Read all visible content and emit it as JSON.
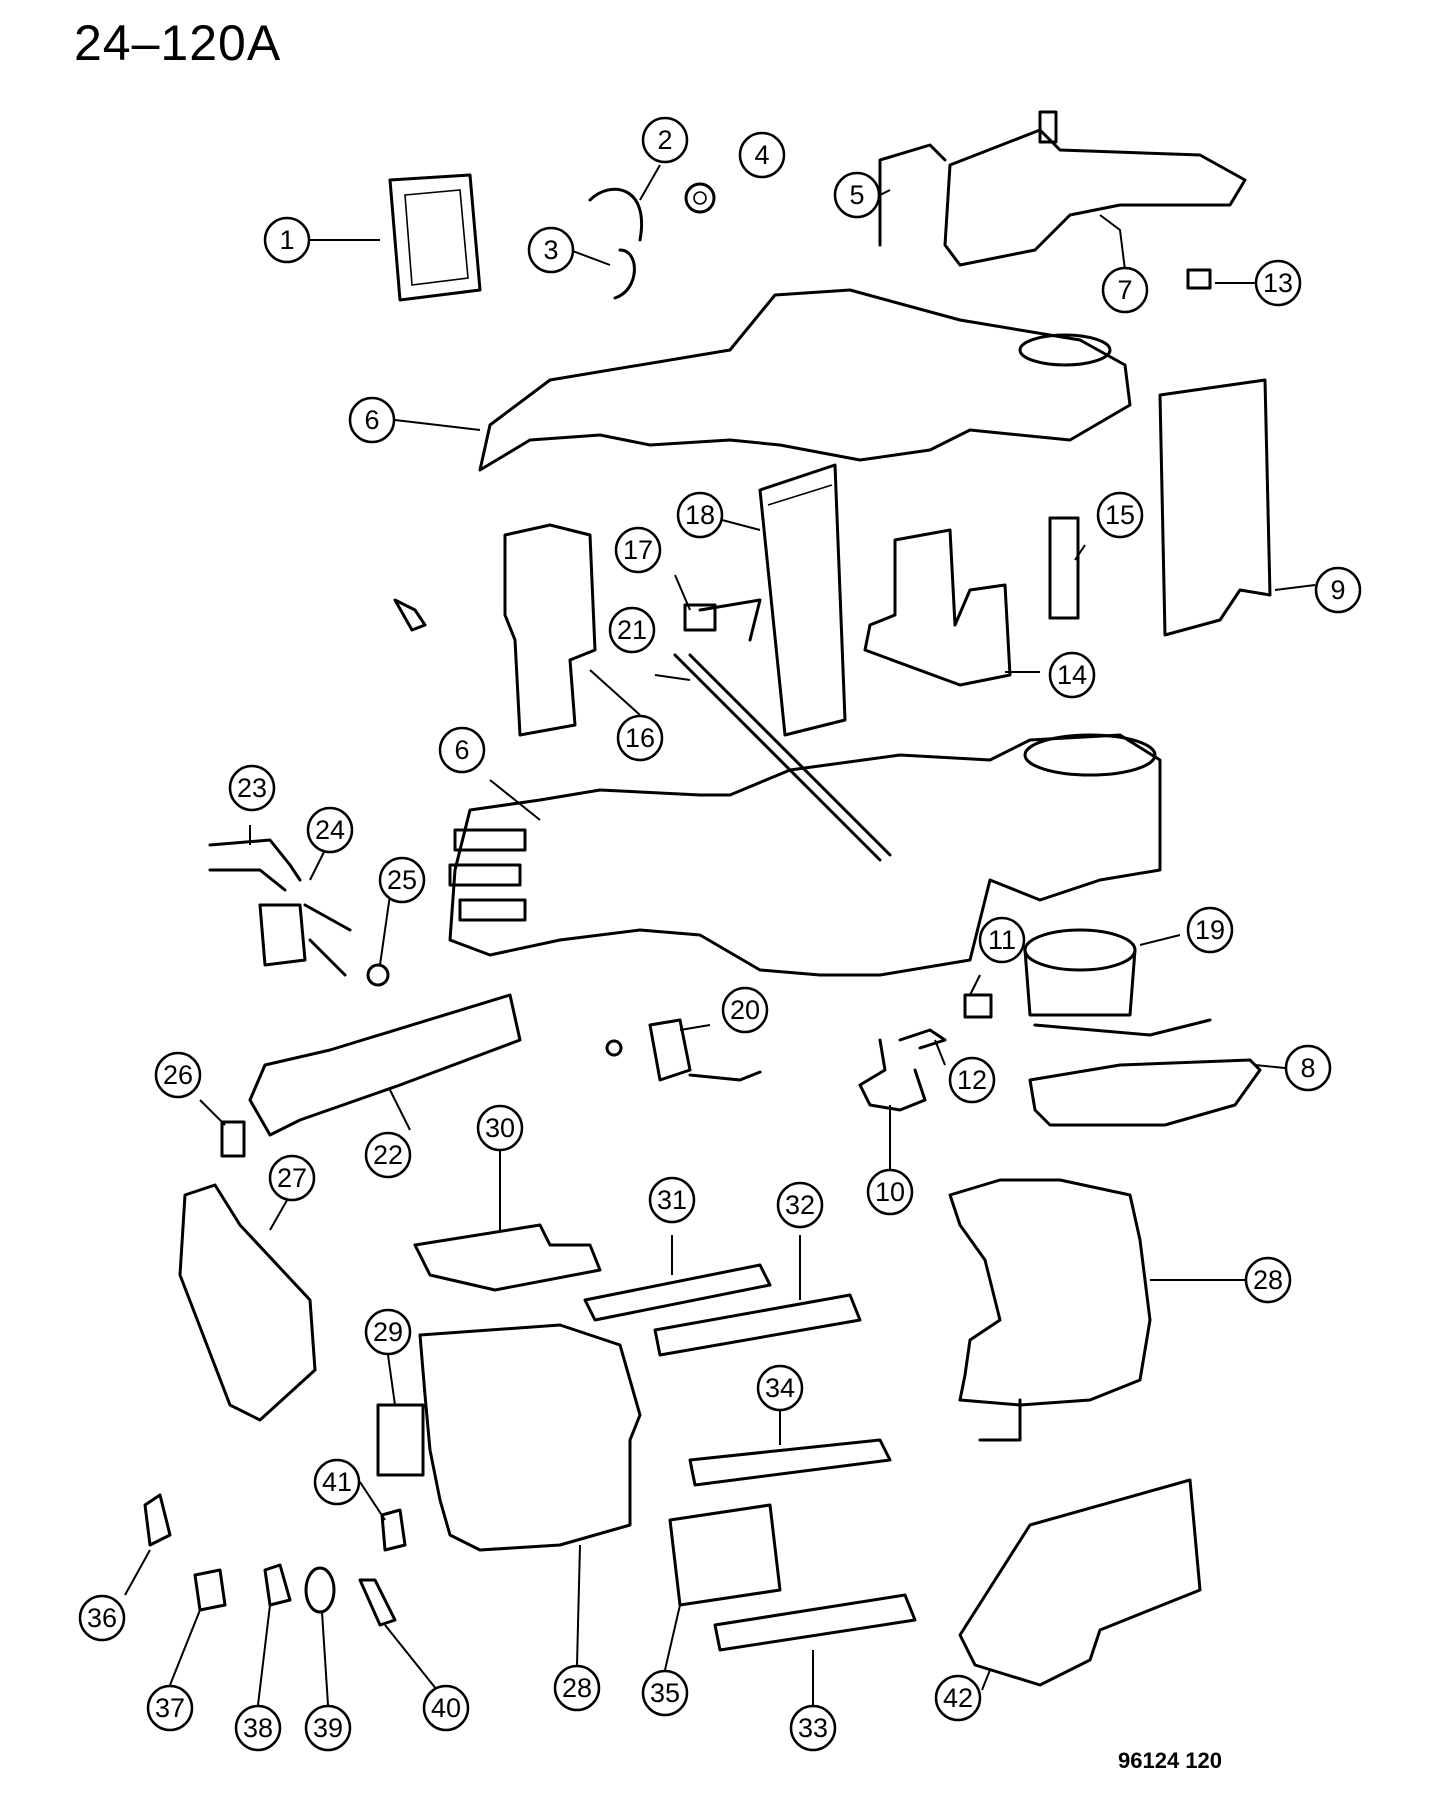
{
  "page_title": "24–120A",
  "drawing_code": "96124  120",
  "callouts": [
    "1",
    "2",
    "3",
    "4",
    "5",
    "7",
    "13",
    "6",
    "9",
    "15",
    "18",
    "17",
    "21",
    "14",
    "16",
    "6",
    "23",
    "24",
    "25",
    "11",
    "19",
    "20",
    "26",
    "12",
    "8",
    "22",
    "10",
    "30",
    "31",
    "32",
    "27",
    "28",
    "29",
    "34",
    "41",
    "36",
    "37",
    "38",
    "39",
    "40",
    "28",
    "35",
    "33",
    "42"
  ]
}
